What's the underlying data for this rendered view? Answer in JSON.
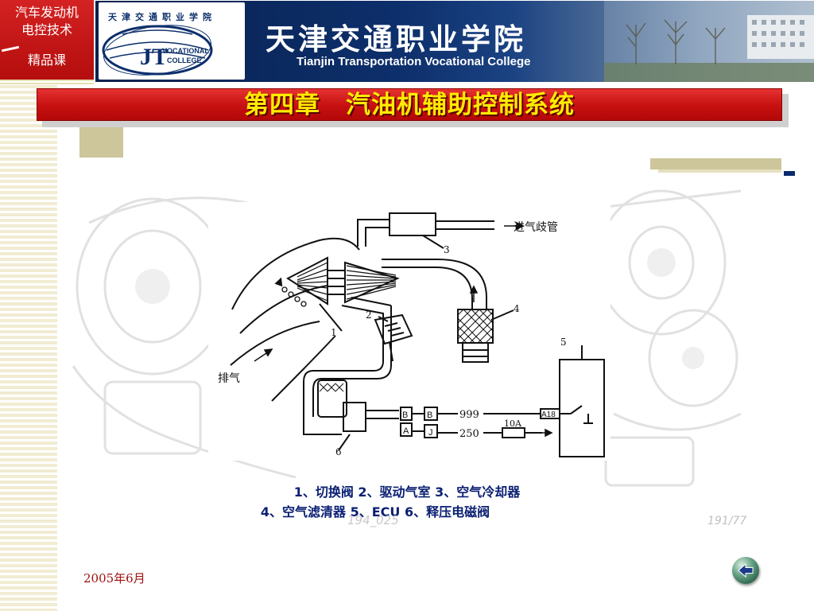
{
  "badge": {
    "line1": "汽车发动机",
    "line2": "电控技术",
    "line3": "精品课"
  },
  "header": {
    "college_cn": "天津交通职业学院",
    "college_en": "Tianjin Transportation Vocational College",
    "logo_text_cn": "天津交通职业学院",
    "logo_text_en": [
      "VOCATIONAL",
      "COLLEGE"
    ],
    "logo_mark": "JT"
  },
  "title": "第四章　汽油机辅助控制系统",
  "diagram": {
    "label_intake_manifold": "进气歧管",
    "label_exhaust": "排气",
    "callouts": [
      "1",
      "2",
      "3",
      "4",
      "5",
      "6"
    ],
    "connector_left": [
      "B",
      "A"
    ],
    "connector_right": [
      "B",
      "J"
    ],
    "wire_top": "999",
    "wire_bottom": "250",
    "fuse": "10A",
    "ecu_pin": "A18"
  },
  "caption": {
    "line1": "1、切换阀  2、驱动气室  3、空气冷却器",
    "line2": "4、空气滤清器    5、ECU  6、释压电磁阀"
  },
  "faint_code": "194_025",
  "faint_page": "191/77",
  "date": "2005年6月",
  "nav": {
    "back_icon": "back-arrow-icon"
  },
  "colors": {
    "title_bar": "#c61010",
    "title_text": "#ffec00",
    "banner": "#0d2f6b",
    "caption": "#0a1f73",
    "badge": "#c41515"
  }
}
